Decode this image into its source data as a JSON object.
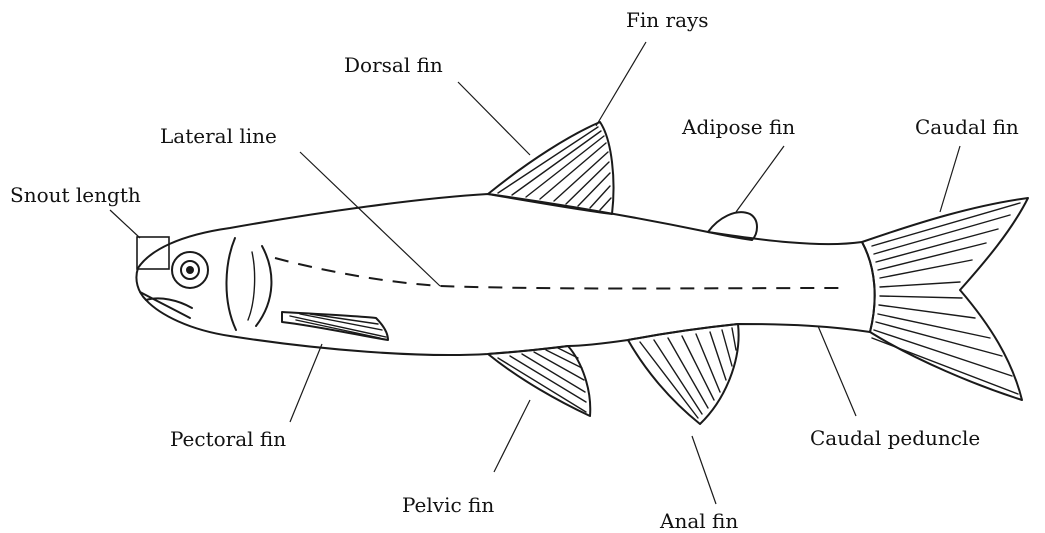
{
  "diagram": {
    "labels": {
      "fin_rays": "Fin rays",
      "dorsal_fin": "Dorsal fin",
      "adipose_fin": "Adipose fin",
      "caudal_fin": "Caudal fin",
      "lateral_line": "Lateral line",
      "snout_length": "Snout length",
      "pectoral_fin": "Pectoral fin",
      "pelvic_fin": "Pelvic fin",
      "anal_fin": "Anal fin",
      "caudal_peduncle": "Caudal peduncle"
    }
  }
}
